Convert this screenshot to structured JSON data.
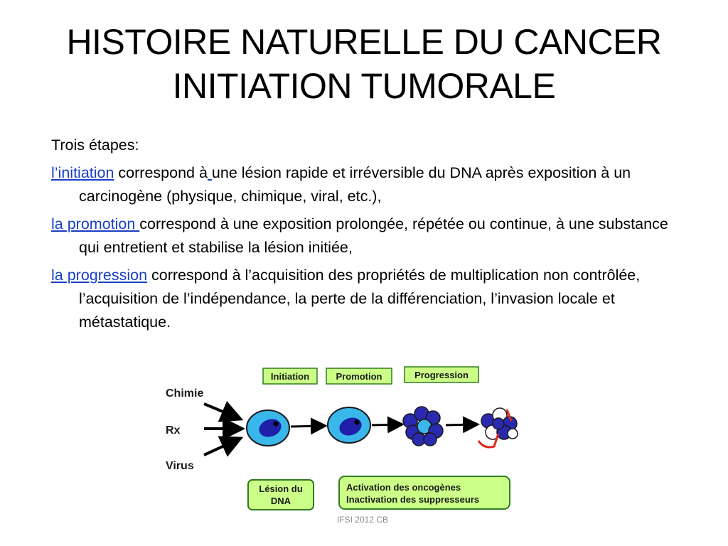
{
  "title": {
    "line1": "HISTOIRE NATURELLE DU CANCER",
    "line2": "INITIATION TUMORALE"
  },
  "intro": "Trois étapes:",
  "steps": [
    {
      "term": "l’initiation",
      "link_space": " ",
      "text_a": "correspond à",
      "text_b": "une lésion rapide et irréversible du DNA après exposition à un carcinogène (physique, chimique, viral, etc.),"
    },
    {
      "term": "la promotion ",
      "text": "correspond à une exposition prolongée, répétée ou continue, à une substance qui entretient et stabilise la lésion initiée,"
    },
    {
      "term": "la progression",
      "text": "correspond à l’acquisition des propriétés de multiplication non contrôlée, l’acquisition de l’indépendance, la perte de la différenciation, l’invasion locale et métastatique."
    }
  ],
  "diagram": {
    "stages": [
      "Initiation",
      "Promotion",
      "Progression"
    ],
    "agents": [
      "Chimie",
      "Rx",
      "Virus"
    ],
    "lesion_box": [
      "Lésion du",
      "DNA"
    ],
    "activation_box": [
      "Activation des oncogènes",
      "Inactivation des suppresseurs"
    ],
    "colors": {
      "box_fill": "#ccff88",
      "box_stroke": "#2e7d1e",
      "cell_fill": "#3ab7ea",
      "nucleus_fill": "#1f1fa8",
      "arrow_red": "#e02a1a"
    }
  },
  "footer": "IFSI 2012 CB"
}
